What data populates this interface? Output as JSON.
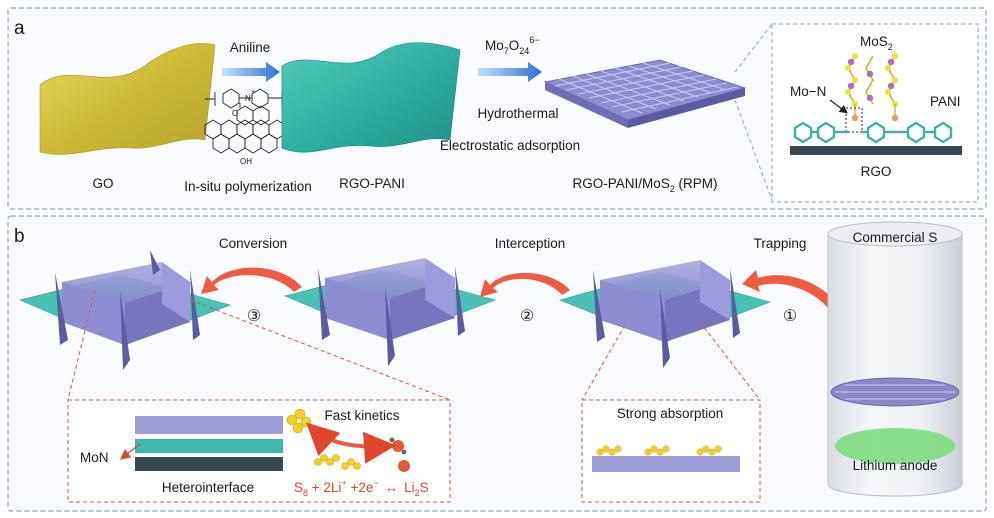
{
  "panel_a": {
    "letter": "a",
    "arrow1_label": "Aniline",
    "arrow2_label_base": "Mo",
    "arrow2_label_sub1": "7",
    "arrow2_label_mid": "O",
    "arrow2_label_sub2": "24",
    "arrow2_label_sup": "6−",
    "hydrothermal": "Hydrothermal",
    "electrostatic": "Electrostatic adsorption",
    "go": "GO",
    "insitu": "In-situ polymerization",
    "rgo_pani": "RGO-PANI",
    "rpm_base": "RGO-PANI/MoS",
    "rpm_sub": "2",
    "rpm_tail": " (RPM)",
    "chem_oh": "OH",
    "chem_o": "O",
    "chem_h": "H",
    "chem_n": "N",
    "chem_plus": "+",
    "inset": {
      "mos2_base": "MoS",
      "mos2_sub": "2",
      "mon": "Mo−N",
      "pani": "PANI",
      "rgo": "RGO"
    }
  },
  "panel_b": {
    "letter": "b",
    "conversion": "Conversion",
    "interception": "Interception",
    "trapping": "Trapping",
    "step1": "①",
    "step2": "②",
    "step3": "③",
    "commercial_s": "Commercial S",
    "lithium_anode": "Lithium anode",
    "fast_kinetics": "Fast kinetics",
    "mon": "MoN",
    "heterointerface": "Heterointerface",
    "eq_s8": "S",
    "eq_s8_sub": "8",
    "eq_mid": " + 2Li",
    "eq_li_sup": "+",
    "eq_mid2": " +2e",
    "eq_e_sup": "−",
    "eq_arrow": "↔",
    "eq_li2s": "Li",
    "eq_li2s_sub": "2",
    "eq_li2s_tail": "S",
    "strong_absorption": "Strong absorption"
  },
  "colors": {
    "go_sheet": "#d8c440",
    "rgo_sheet": "#2fb5a8",
    "mos2_grid": "#8d8ccf",
    "arrow_blue": "#3b7fd6",
    "arrow_red": "#ef5a42",
    "sulfur": "#f2cf2a",
    "dashed_border": "#8aa6c8",
    "red_dash": "#e05540"
  }
}
